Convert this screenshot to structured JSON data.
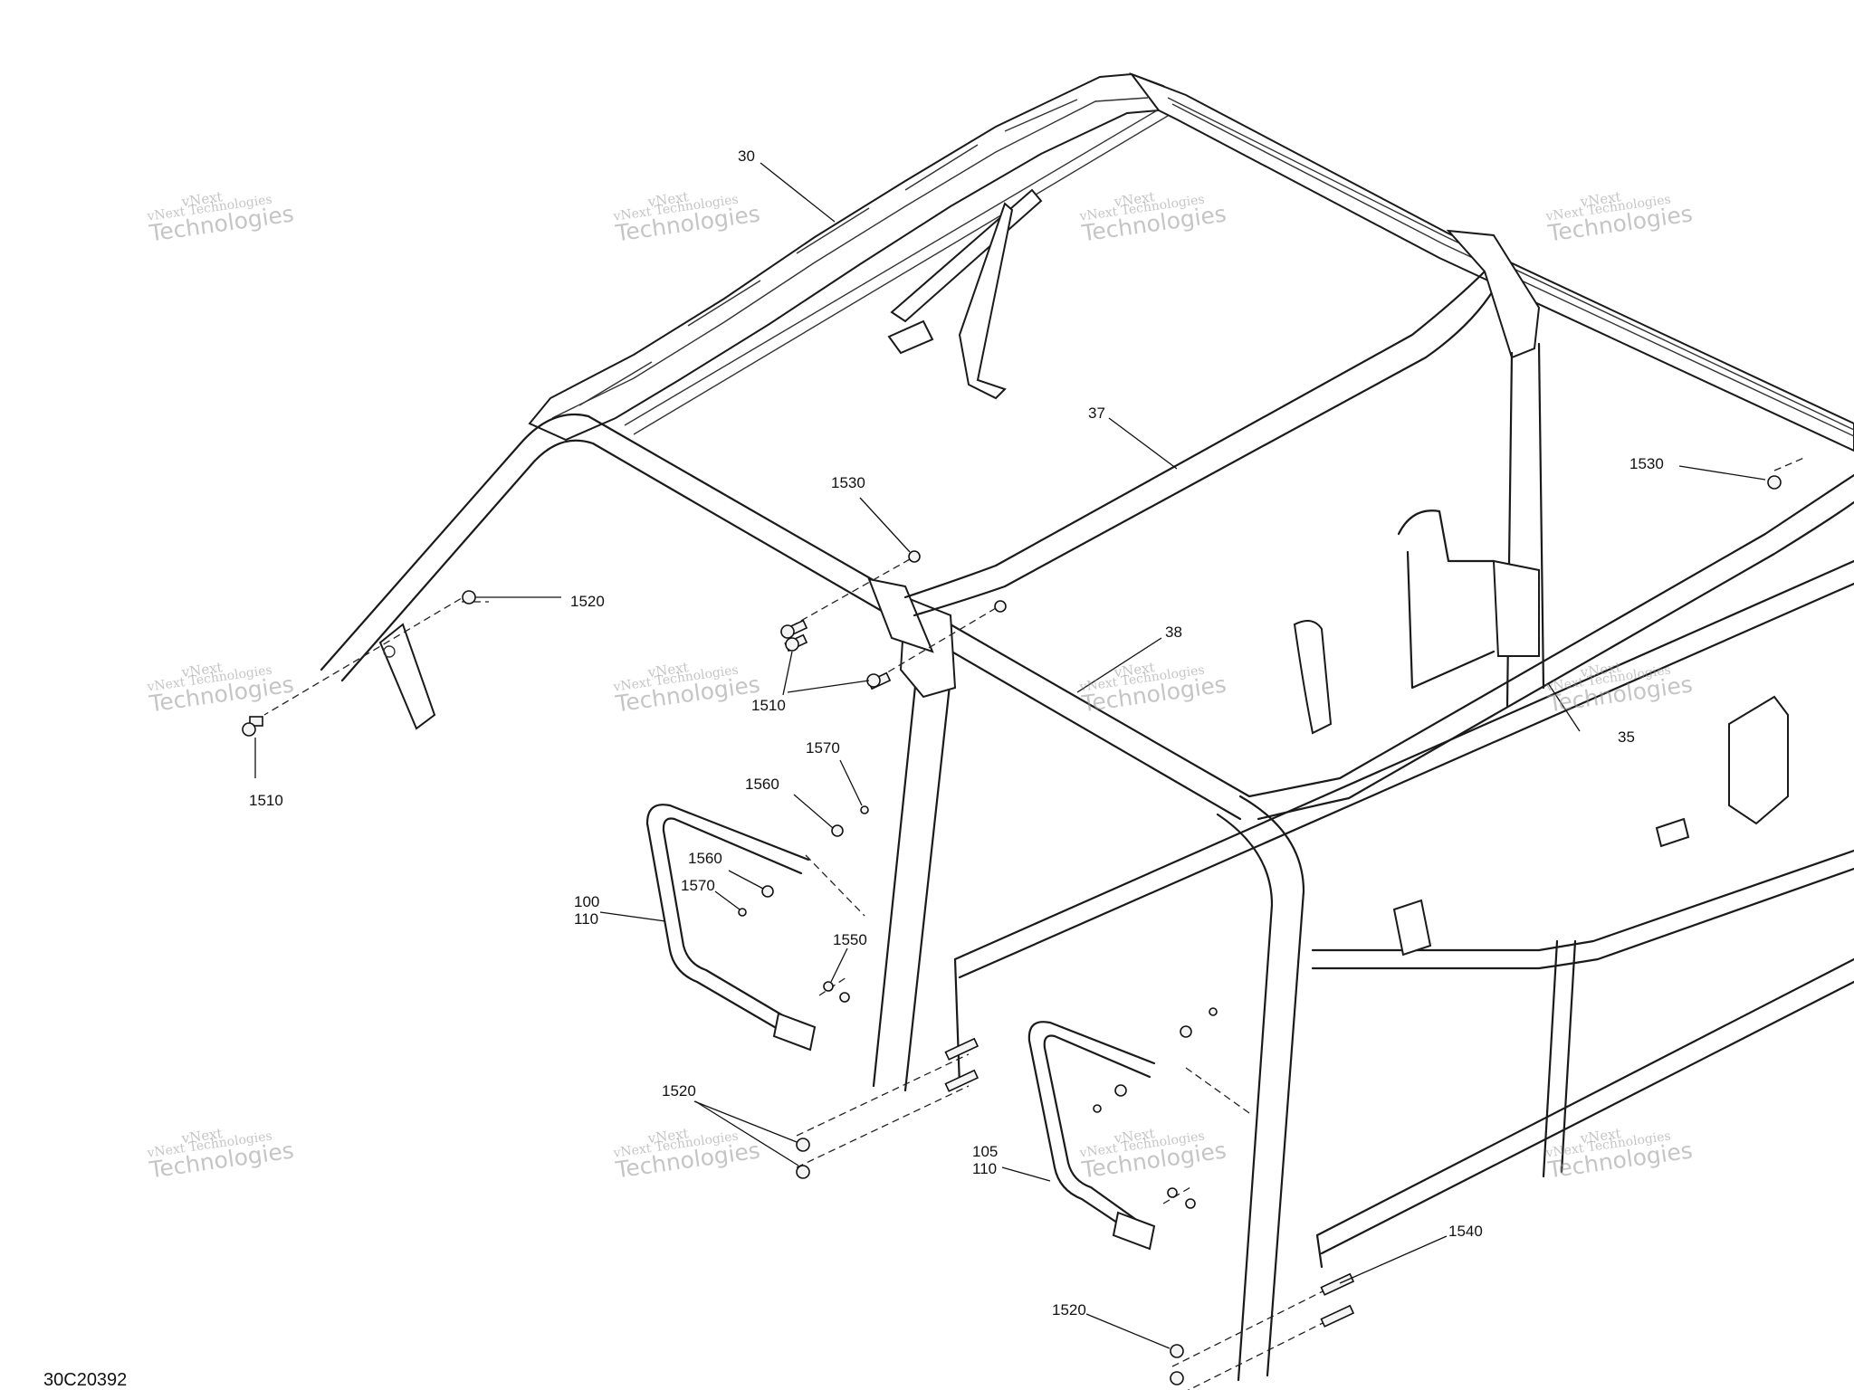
{
  "diagram": {
    "id": "30C20392",
    "callouts": [
      {
        "key": "c30",
        "label": "30"
      },
      {
        "key": "c37",
        "label": "37"
      },
      {
        "key": "c38",
        "label": "38"
      },
      {
        "key": "c35",
        "label": "35"
      },
      {
        "key": "c1530a",
        "label": "1530"
      },
      {
        "key": "c1530b",
        "label": "1530"
      },
      {
        "key": "c1520a",
        "label": "1520"
      },
      {
        "key": "c1510a",
        "label": "1510"
      },
      {
        "key": "c1510b",
        "label": "1510"
      },
      {
        "key": "c1570a",
        "label": "1570"
      },
      {
        "key": "c1560a",
        "label": "1560"
      },
      {
        "key": "c1560b",
        "label": "1560"
      },
      {
        "key": "c1570b",
        "label": "1570"
      },
      {
        "key": "c100",
        "label": "100"
      },
      {
        "key": "c110a",
        "label": "110"
      },
      {
        "key": "c1550",
        "label": "1550"
      },
      {
        "key": "c1520b",
        "label": "1520"
      },
      {
        "key": "c105",
        "label": "105"
      },
      {
        "key": "c110b",
        "label": "110"
      },
      {
        "key": "c1540",
        "label": "1540"
      },
      {
        "key": "c1520c",
        "label": "1520"
      }
    ]
  },
  "watermark": {
    "line1": "vNext",
    "line2": "vNext Technologies",
    "line3": "Technologies"
  }
}
